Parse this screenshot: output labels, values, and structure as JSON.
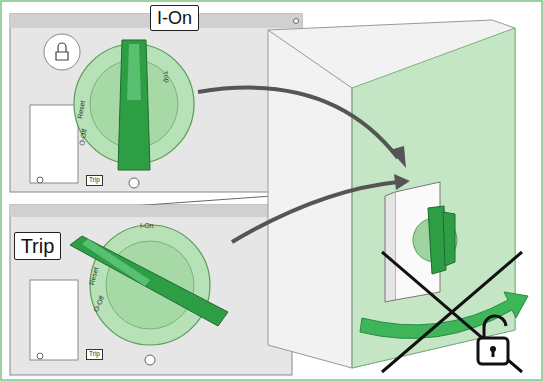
{
  "diagram": {
    "nodes": [
      {
        "text": [
          "I-On"
        ]
      },
      {
        "text": [
          "Trip"
        ]
      }
    ],
    "labels": [
      "Trip",
      "Reset",
      "O-Off",
      "Trip",
      "I-On",
      "Reset",
      "O-Off",
      "Trip"
    ]
  }
}
